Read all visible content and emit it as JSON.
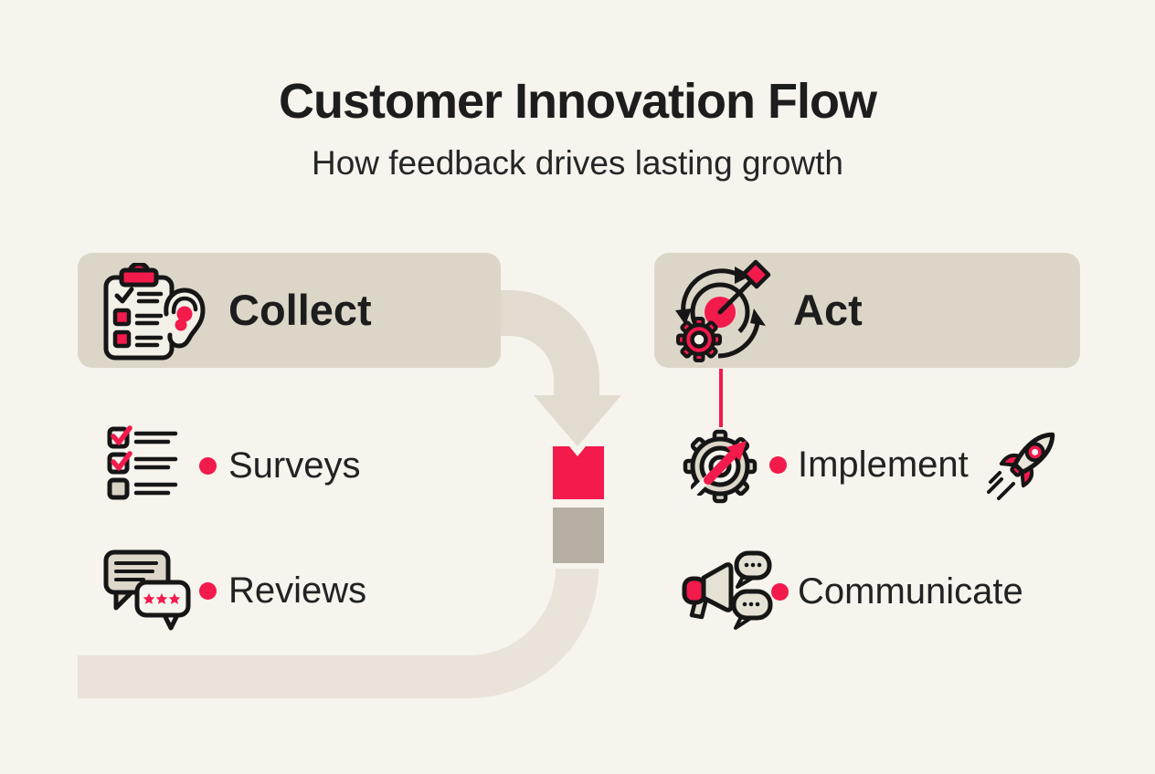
{
  "header": {
    "title": "Customer Innovation Flow",
    "subtitle": "How feedback drives lasting growth"
  },
  "sections": [
    {
      "id": "collect",
      "label": "Collect",
      "icon": "clipboard-ear-icon",
      "items": [
        {
          "label": "Surveys",
          "icon": "checklist-icon"
        },
        {
          "label": "Reviews",
          "icon": "review-bubbles-icon"
        }
      ]
    },
    {
      "id": "act",
      "label": "Act",
      "icon": "target-gear-icon",
      "items": [
        {
          "label": "Implement",
          "icon": "gear-arrow-icon",
          "trailing_icon": "rocket-icon"
        },
        {
          "label": "Communicate",
          "icon": "megaphone-icon"
        }
      ]
    }
  ],
  "flow": {
    "segments": [
      "curved-arrow-down",
      "red-square",
      "gray-square",
      "return-pipe-left"
    ],
    "connector": "red-line-act-to-implement"
  },
  "colors": {
    "background": "#f6f4ed",
    "header_box": "#dcd6c8",
    "arrow_beige": "#e2dbd0",
    "pipe_beige": "#e9e3da",
    "accent_red": "#f31a4c",
    "gray_block": "#b5afa3",
    "text_dark": "#1d1d1d",
    "icon_outline": "#161616",
    "icon_fill_cream": "#f3f0e8",
    "icon_fill_beige": "#ddd7c9"
  }
}
